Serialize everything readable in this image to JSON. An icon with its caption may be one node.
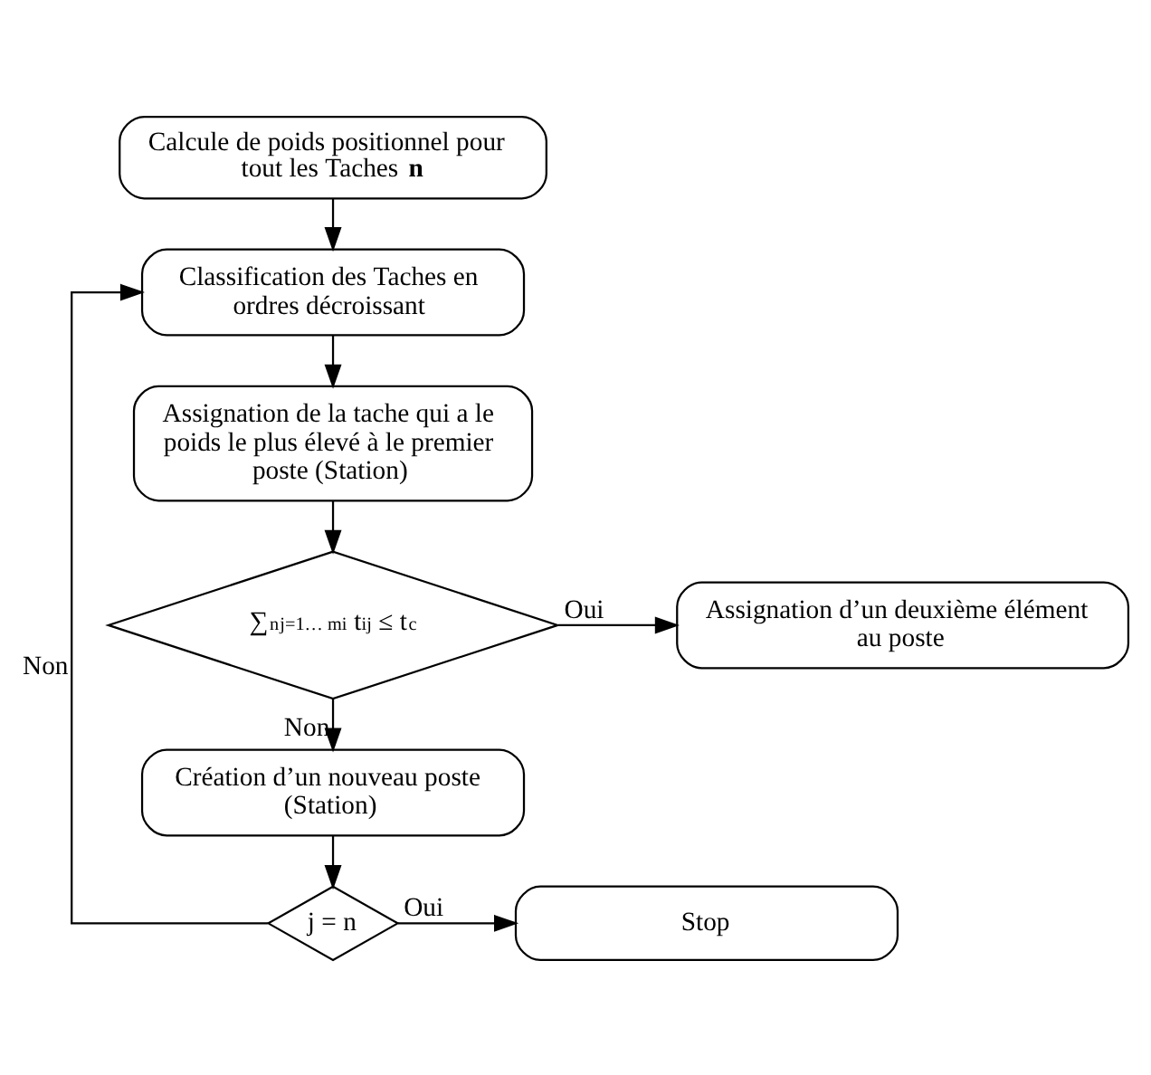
{
  "diagram": {
    "nodes": [
      {
        "text": [
          "Calcule de poids positionnel pour tout les Taches **n**"
        ]
      },
      {
        "text": [
          "Classification des Taches en ordres décroissant"
        ]
      },
      {
        "text": [
          "Assignation de la tache qui a le poids le plus élevé à le premier poste (Station)"
        ]
      },
      {
        "text": [
          "∑$^{n}$$_{j=1… mi}$ t$_{ij}$ ≤ t$_{c}$"
        ]
      },
      {
        "text": [
          "Assignation d’un deuxième élément au poste"
        ]
      },
      {
        "text": [
          "Création d’un nouveau poste (Station)"
        ]
      },
      {
        "text": [
          "j = n"
        ]
      },
      {
        "text": [
          "Stop"
        ]
      }
    ],
    "edges": [
      {
        "from": 0,
        "to": 1,
        "arrow": "to"
      },
      {
        "from": 1,
        "to": 2,
        "arrow": "to"
      },
      {
        "from": 2,
        "to": 3,
        "arrow": "to"
      },
      {
        "from": 3,
        "to": 4,
        "arrow": "to",
        "label": "Oui"
      },
      {
        "from": 3,
        "to": 5,
        "arrow": "to",
        "label": "Non"
      },
      {
        "from": 5,
        "to": 6,
        "arrow": "to"
      },
      {
        "from": 6,
        "to": 1,
        "arrow": "to",
        "label": "Non"
      },
      {
        "from": 6,
        "to": 7,
        "arrow": "to",
        "label": "Oui"
      }
    ]
  }
}
